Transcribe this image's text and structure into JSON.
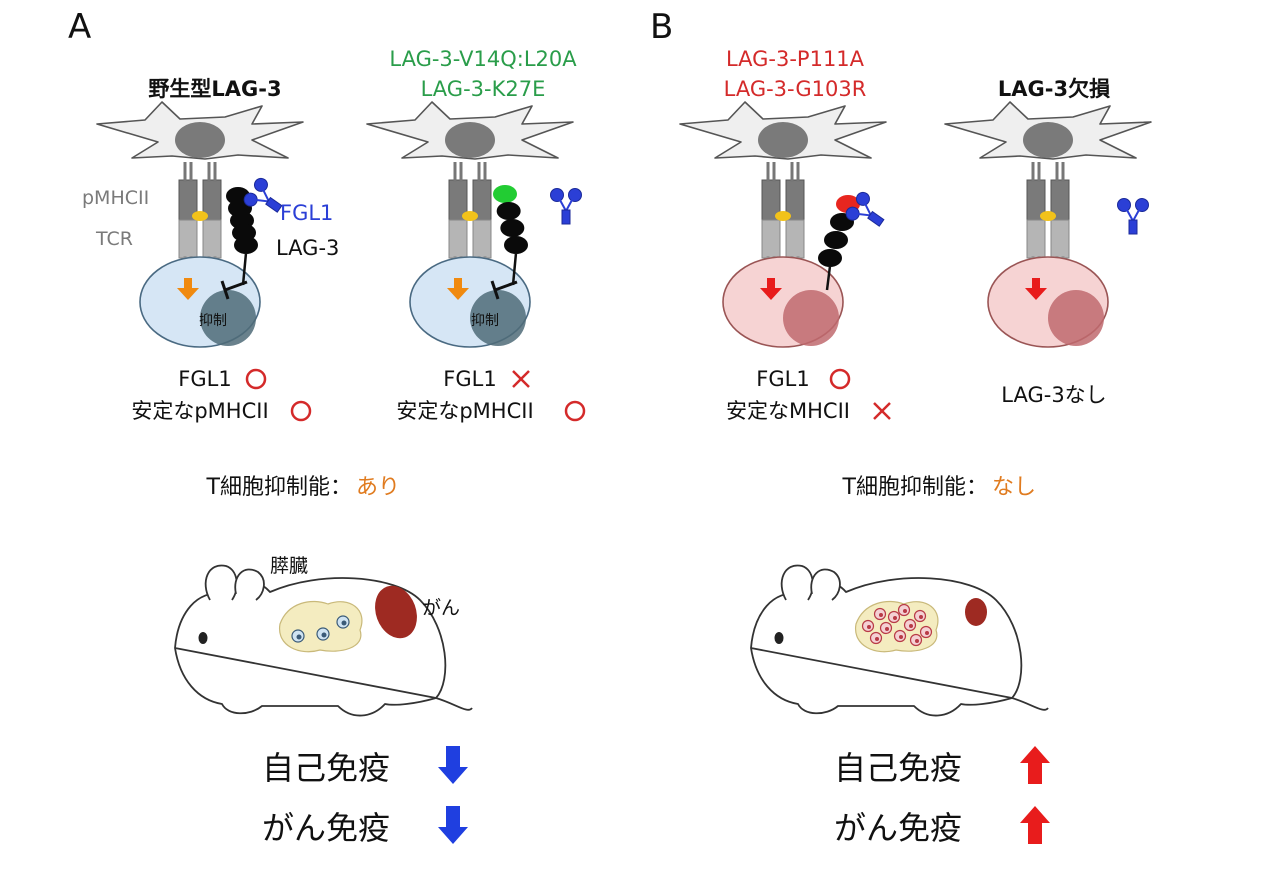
{
  "panels": {
    "a": {
      "letter": "A",
      "conditions": [
        {
          "title_lines": [
            "野生型LAG-3"
          ],
          "title_color": "#111111",
          "labels": {
            "pmhcii": "pMHCII",
            "tcr": "TCR",
            "fgl1": "FGL1",
            "lag3": "LAG-3"
          },
          "inhibition_text": "抑制",
          "status": [
            {
              "label": "FGL1",
              "mark": "circle"
            },
            {
              "label": "安定なpMHCII",
              "mark": "circle"
            }
          ]
        },
        {
          "title_lines": [
            "LAG-3-V14Q:L20A",
            "LAG-3-K27E"
          ],
          "title_color": "#2a9d4a",
          "inhibition_text": "抑制",
          "status": [
            {
              "label": "FGL1",
              "mark": "cross"
            },
            {
              "label": "安定なpMHCII",
              "mark": "circle"
            }
          ]
        }
      ],
      "function": {
        "label": "T細胞抑制能：",
        "value": "あり"
      },
      "mouse": {
        "organ_label": "膵臓",
        "tumor_label": "がん"
      },
      "outcomes": [
        {
          "label": "自己免疫",
          "direction": "down"
        },
        {
          "label": "がん免疫",
          "direction": "down"
        }
      ]
    },
    "b": {
      "letter": "B",
      "conditions": [
        {
          "title_lines": [
            "LAG-3-P111A",
            "LAG-3-G103R"
          ],
          "title_color": "#d42a2a",
          "status": [
            {
              "label": "FGL1",
              "mark": "circle"
            },
            {
              "label": "安定なMHCII",
              "mark": "cross"
            }
          ]
        },
        {
          "title_lines": [
            "LAG-3欠損"
          ],
          "title_color": "#111111",
          "status_text": "LAG-3なし"
        }
      ],
      "function": {
        "label": "T細胞抑制能：",
        "value": "なし"
      },
      "outcomes": [
        {
          "label": "自己免疫",
          "direction": "up"
        },
        {
          "label": "がん免疫",
          "direction": "up"
        }
      ]
    }
  },
  "colors": {
    "accent_text": "#e07b1f",
    "mark_red": "#d42a2a",
    "arrow_down": "#1f3fe0",
    "arrow_up": "#e81c1c",
    "fgl1_blue": "#2b3fd6",
    "lag3_black": "#0a0a0a",
    "green_mut": "#22cc33",
    "red_mut": "#e8261f",
    "cell_blue": "#d6e6f5",
    "cell_red": "#f6d3d3",
    "nucleus_blue": "#4f6b78",
    "nucleus_red": "#c06a6e",
    "apc_fill": "#efefef",
    "receptor_dark": "#7a7a7a",
    "receptor_light": "#b5b5b5",
    "peptide_yellow": "#f2c21a",
    "pancreas": "#f4ecc0",
    "tumor": "#9e2a22"
  }
}
